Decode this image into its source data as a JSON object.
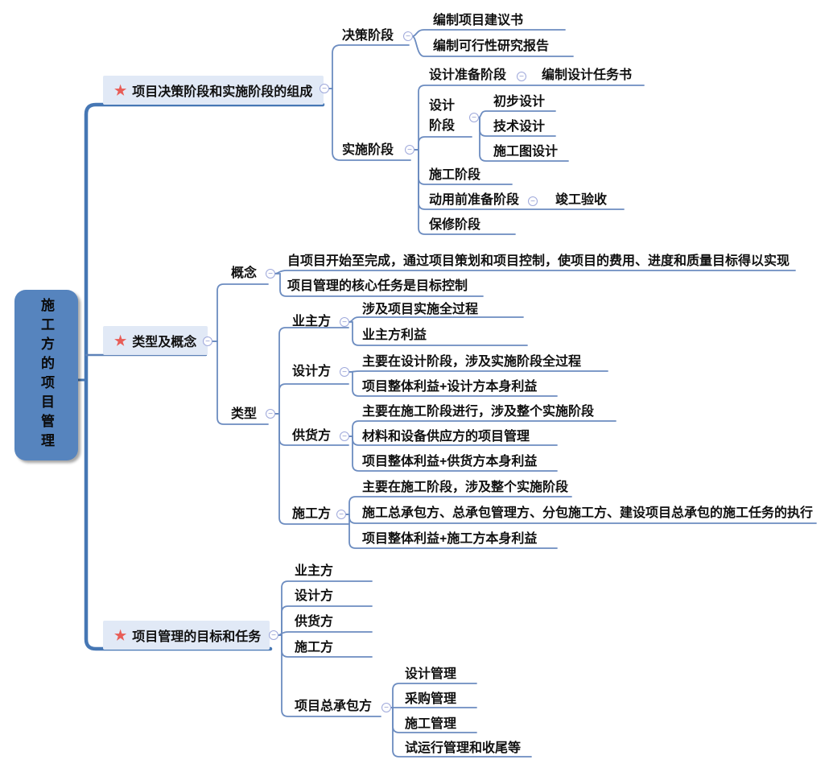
{
  "root": {
    "label": "施工方的项目管理"
  },
  "icons": {
    "star": "★",
    "collapse": "−"
  },
  "colors": {
    "root_fill": "#5684BE",
    "topic_fill": "#E1E9F6",
    "spine_line": "#4677B4",
    "connector_line": "#6C8CC0",
    "star": "#E85D57",
    "collapse_ring": "#9FA9DB",
    "text": "#101010"
  },
  "topics": [
    {
      "label": "项目决策阶段和实施阶段的组成",
      "children": [
        {
          "label": "决策阶段",
          "children": [
            {
              "label": "编制项目建议书"
            },
            {
              "label": "编制可行性研究报告"
            }
          ]
        },
        {
          "label": "实施阶段",
          "children": [
            {
              "label": "设计准备阶段",
              "children": [
                {
                  "label": "编制设计任务书"
                }
              ]
            },
            {
              "label": "设计阶段",
              "children": [
                {
                  "label": "初步设计"
                },
                {
                  "label": "技术设计"
                },
                {
                  "label": "施工图设计"
                }
              ]
            },
            {
              "label": "施工阶段"
            },
            {
              "label": "动用前准备阶段",
              "children": [
                {
                  "label": "竣工验收"
                }
              ]
            },
            {
              "label": "保修阶段"
            }
          ]
        }
      ]
    },
    {
      "label": "类型及概念",
      "children": [
        {
          "label": "概念",
          "children": [
            {
              "label": "自项目开始至完成，通过项目策划和项目控制，使项目的费用、进度和质量目标得以实现"
            },
            {
              "label": "项目管理的核心任务是目标控制"
            }
          ]
        },
        {
          "label": "类型",
          "children": [
            {
              "label": "业主方",
              "children": [
                {
                  "label": "涉及项目实施全过程"
                },
                {
                  "label": "业主方利益"
                }
              ]
            },
            {
              "label": "设计方",
              "children": [
                {
                  "label": "主要在设计阶段，涉及实施阶段全过程"
                },
                {
                  "label": "项目整体利益+设计方本身利益"
                }
              ]
            },
            {
              "label": "供货方",
              "children": [
                {
                  "label": "主要在施工阶段进行，涉及整个实施阶段"
                },
                {
                  "label": "材料和设备供应方的项目管理"
                },
                {
                  "label": "项目整体利益+供货方本身利益"
                }
              ]
            },
            {
              "label": "施工方",
              "children": [
                {
                  "label": "主要在施工阶段，涉及整个实施阶段"
                },
                {
                  "label": "施工总承包方、总承包管理方、分包施工方、建设项目总承包的施工任务的执行"
                },
                {
                  "label": "项目整体利益+施工方本身利益"
                }
              ]
            }
          ]
        }
      ]
    },
    {
      "label": "项目管理的目标和任务",
      "children": [
        {
          "label": "业主方"
        },
        {
          "label": "设计方"
        },
        {
          "label": "供货方"
        },
        {
          "label": "施工方"
        },
        {
          "label": "项目总承包方",
          "children": [
            {
              "label": "设计管理"
            },
            {
              "label": "采购管理"
            },
            {
              "label": "施工管理"
            },
            {
              "label": "试运行管理和收尾等"
            }
          ]
        }
      ]
    }
  ]
}
